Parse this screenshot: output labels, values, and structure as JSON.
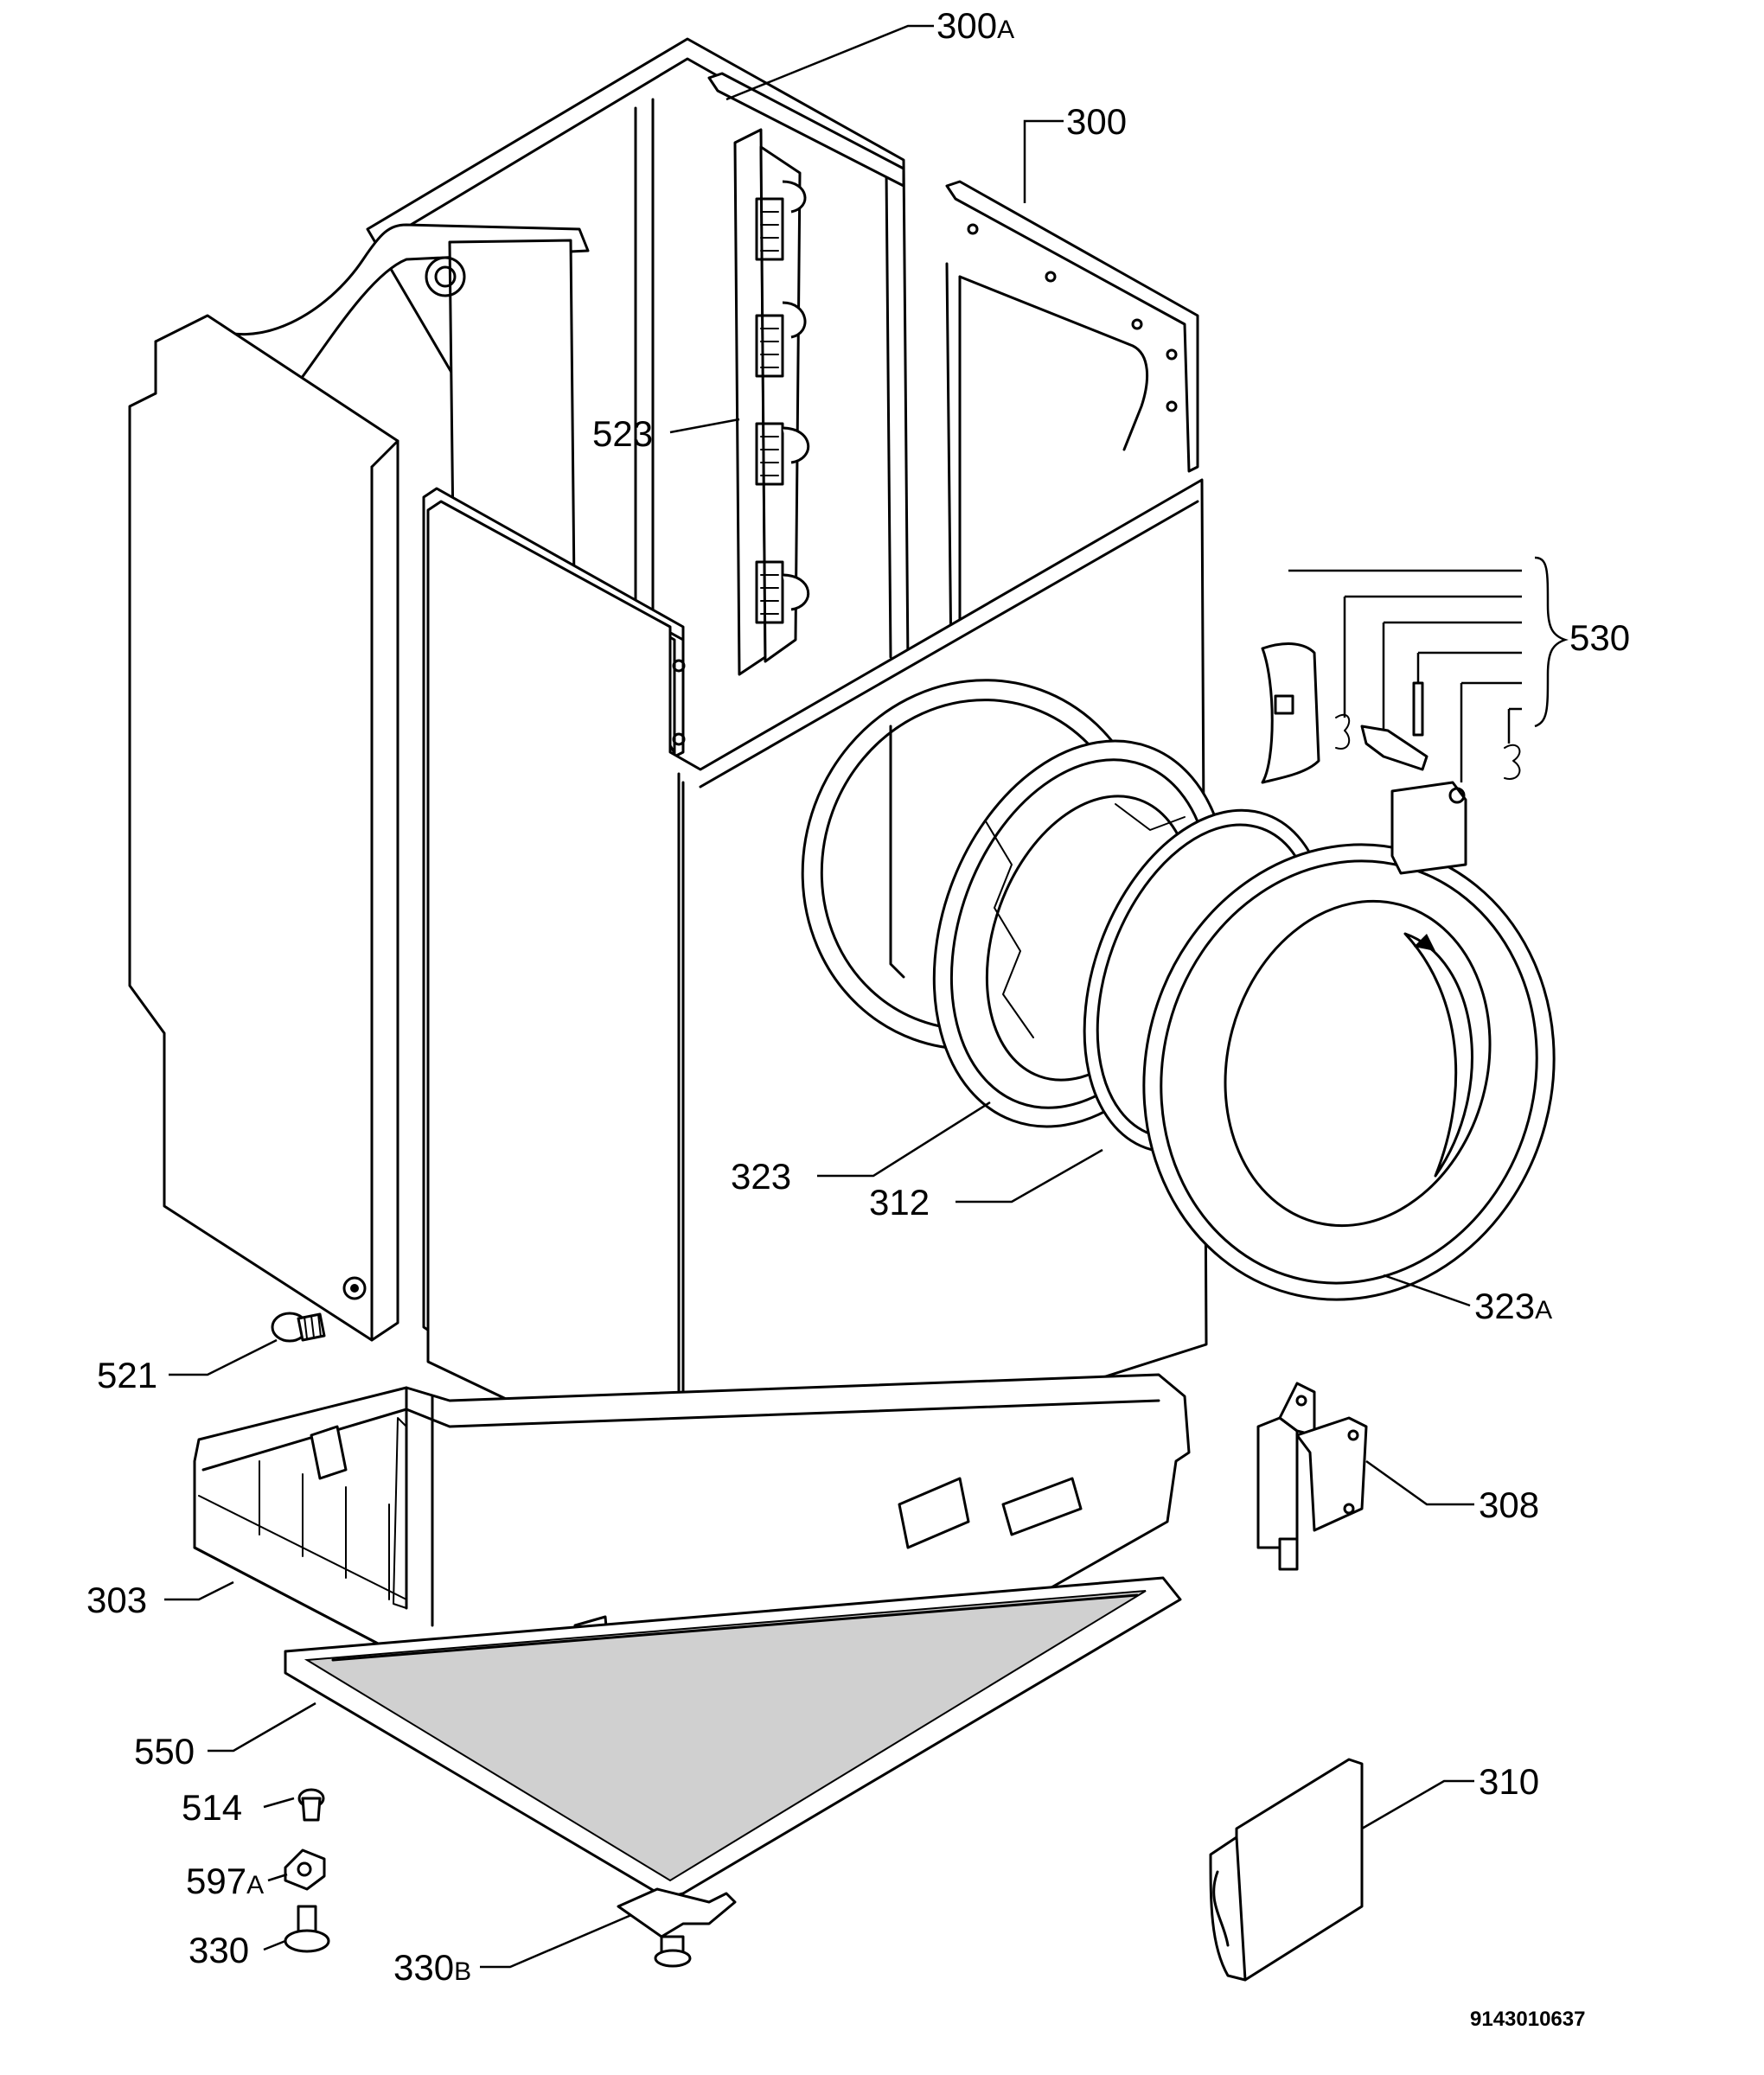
{
  "diagram": {
    "document_code": "9143010637",
    "callouts": [
      {
        "id": "300a",
        "text": "300",
        "suffix": "A"
      },
      {
        "id": "300",
        "text": "300",
        "suffix": ""
      },
      {
        "id": "523",
        "text": "523",
        "suffix": ""
      },
      {
        "id": "530",
        "text": "530",
        "suffix": ""
      },
      {
        "id": "323",
        "text": "323",
        "suffix": ""
      },
      {
        "id": "312",
        "text": "312",
        "suffix": ""
      },
      {
        "id": "323a",
        "text": "323",
        "suffix": "A"
      },
      {
        "id": "521",
        "text": "521",
        "suffix": ""
      },
      {
        "id": "308",
        "text": "308",
        "suffix": ""
      },
      {
        "id": "303",
        "text": "303",
        "suffix": ""
      },
      {
        "id": "550",
        "text": "550",
        "suffix": ""
      },
      {
        "id": "310",
        "text": "310",
        "suffix": ""
      },
      {
        "id": "514",
        "text": "514",
        "suffix": ""
      },
      {
        "id": "597a",
        "text": "597",
        "suffix": "A"
      },
      {
        "id": "330",
        "text": "330",
        "suffix": ""
      },
      {
        "id": "330b",
        "text": "330",
        "suffix": "B"
      }
    ]
  }
}
